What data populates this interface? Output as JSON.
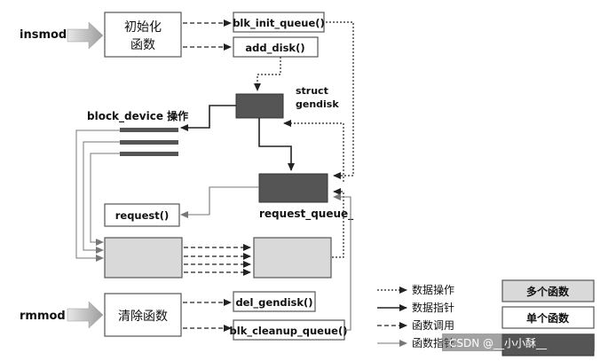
{
  "insmod_label": "insmod",
  "rmmod_label": "rmmod",
  "init_func": [
    "初始化",
    "函数"
  ],
  "cleanup_func": "清除函数",
  "blk_init_queue": "blk_init_queue()",
  "add_disk": "add_disk()",
  "del_gendisk": "del_gendisk()",
  "blk_cleanup_queue": "blk_cleanup_queue()",
  "struct_gendisk": [
    "struct",
    "gendisk"
  ],
  "block_device_ops": "block_device 操作",
  "request_func": "request()",
  "request_queue": "request_queue_",
  "legend": {
    "data_op": "数据操作",
    "data_ptr": "数据指针",
    "func_call": "函数调用",
    "func_ptr": "函数指针",
    "multi_func": "多个函数",
    "single_func": "单个函数"
  },
  "watermark": "CSDN @__小小酥__",
  "colors": {
    "gray_box": "#d9d9d9",
    "dark_box": "#555555",
    "arrow_fill": "#b8b8b8"
  }
}
